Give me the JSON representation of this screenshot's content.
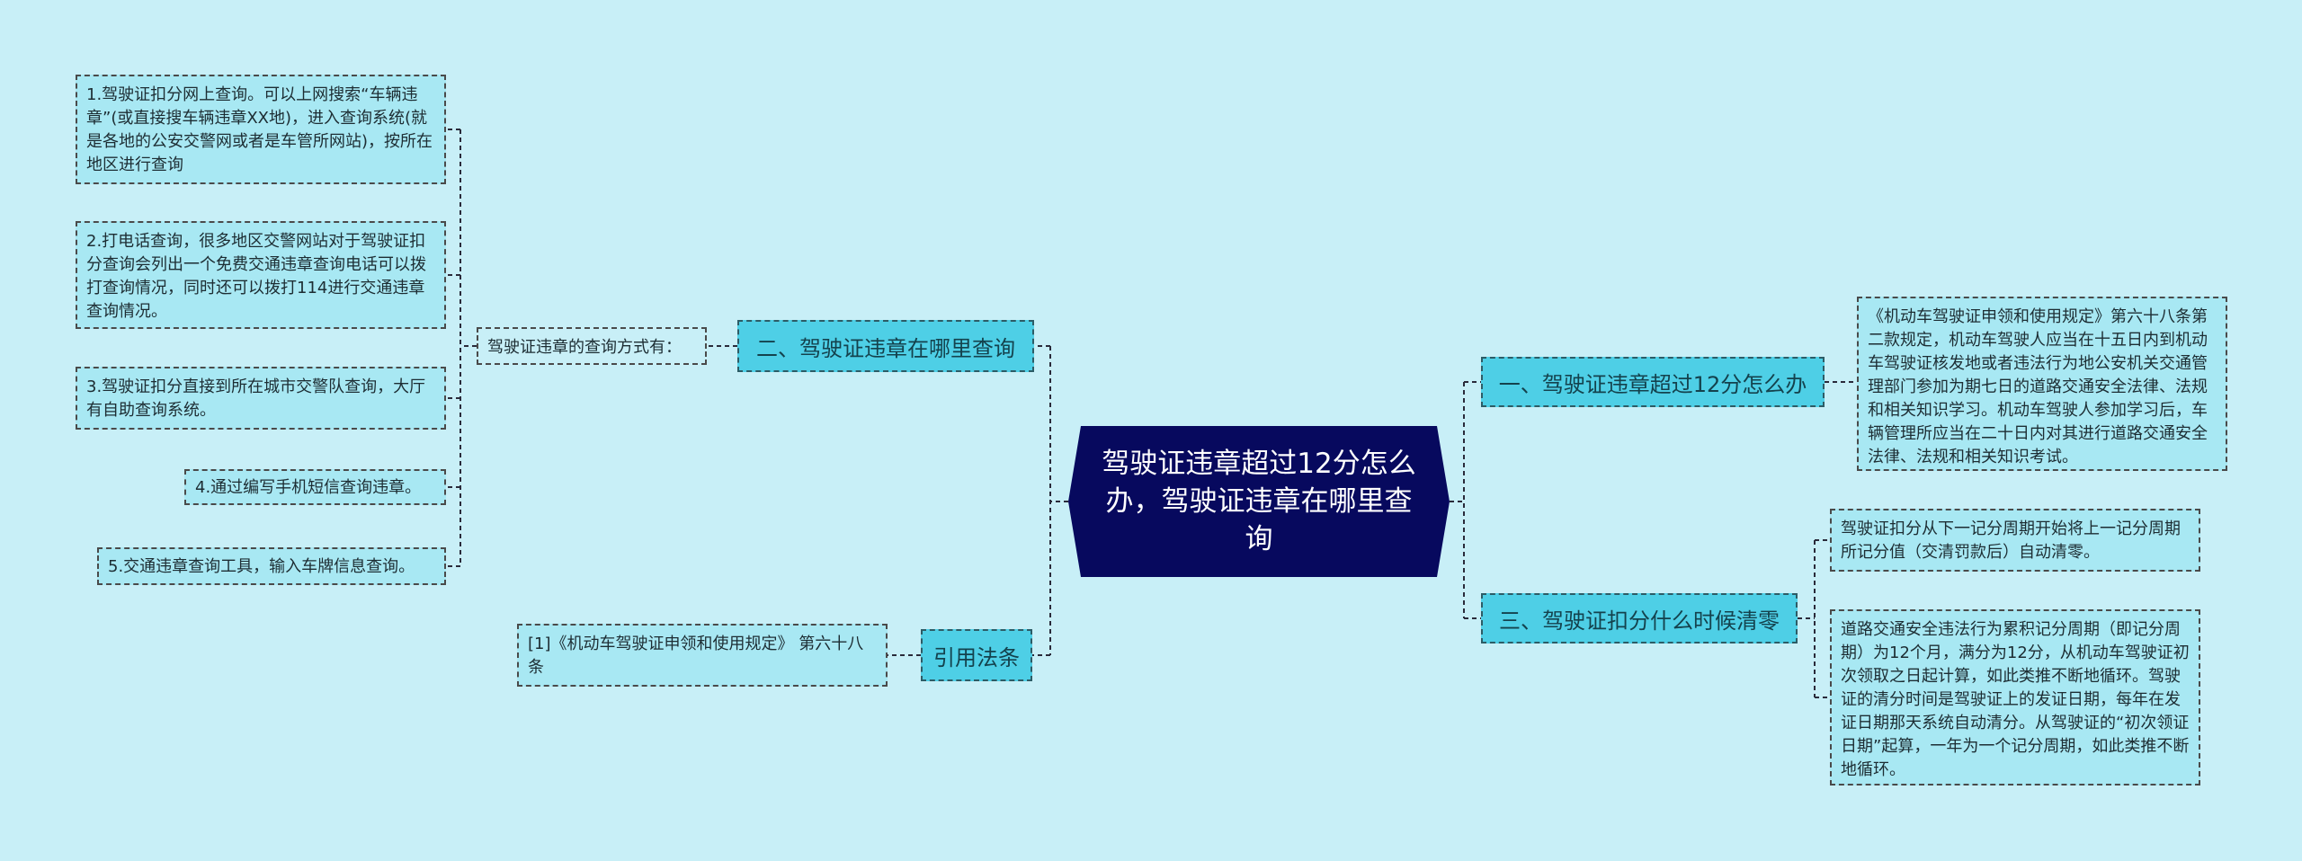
{
  "root": {
    "title": "驾驶证违章超过12分怎么办，驾驶证违章在哪里查询"
  },
  "branches": {
    "where": {
      "label": "二、驾驶证违章在哪里查询",
      "sub": "驾驶证违章的查询方式有：",
      "items": [
        "1.驾驶证扣分网上查询。可以上网搜索“车辆违章”(或直接搜车辆违章XX地)，进入查询系统(就是各地的公安交警网或者是车管所网站)，按所在地区进行查询",
        "2.打电话查询，很多地区交警网站对于驾驶证扣分查询会列出一个免费交通违章查询电话可以拨打查询情况，同时还可以拨打114进行交通违章查询情况。",
        "3.驾驶证扣分直接到所在城市交警队查询，大厅有自助查询系统。",
        "4.通过编写手机短信查询违章。",
        "5.交通违章查询工具，输入车牌信息查询。"
      ]
    },
    "citation": {
      "label": "引用法条",
      "items": [
        "[1]《机动车驾驶证申领和使用规定》 第六十八条"
      ]
    },
    "over12": {
      "label": "一、驾驶证违章超过12分怎么办",
      "items": [
        "《机动车驾驶证申领和使用规定》第六十八条第二款规定，机动车驾驶人应当在十五日内到机动车驾驶证核发地或者违法行为地公安机关交通管理部门参加为期七日的道路交通安全法律、法规和相关知识学习。机动车驾驶人参加学习后，车辆管理所应当在二十日内对其进行道路交通安全法律、法规和相关知识考试。"
      ]
    },
    "reset": {
      "label": "三、驾驶证扣分什么时候清零",
      "items": [
        "驾驶证扣分从下一记分周期开始将上一记分周期所记分值（交清罚款后）自动清零。",
        "道路交通安全违法行为累积记分周期（即记分周期）为12个月，满分为12分，从机动车驾驶证初次领取之日起计算，如此类推不断地循环。驾驶证的清分时间是驾驶证上的发证日期，每年在发证日期那天系统自动清分。从驾驶证的“初次领证日期”起算，一年为一个记分周期，如此类推不断地循环。"
      ]
    }
  },
  "colors": {
    "background": "#c8eff7",
    "root_fill": "#07095e",
    "branch_fill": "#4ecfe6",
    "leaf_fill": "#a8e8f3",
    "connector": "#2a2a3a"
  }
}
